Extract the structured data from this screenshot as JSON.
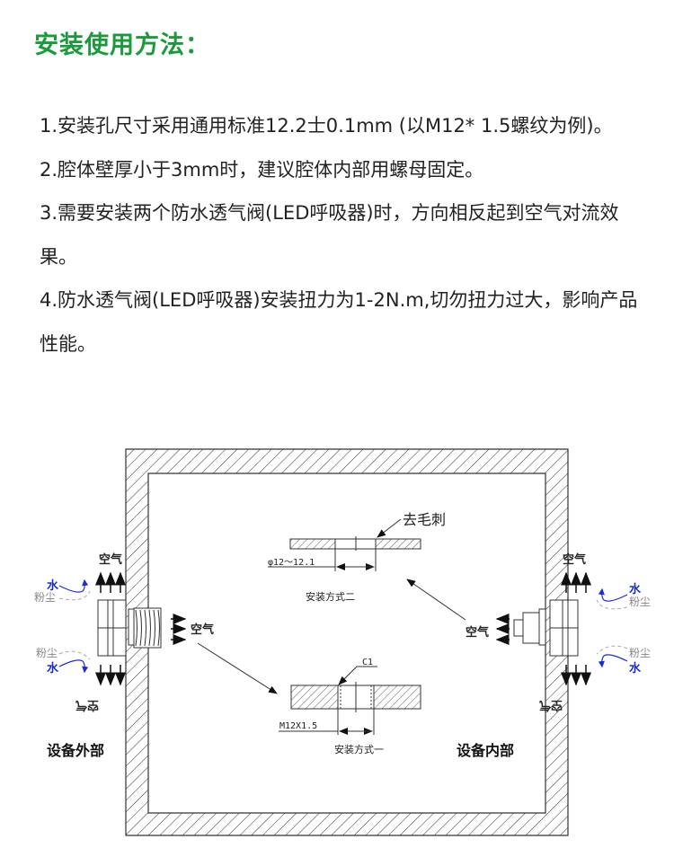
{
  "title": "安装使用方法：",
  "steps": [
    "1.安装孔尺寸采用通用标准12.2士0.1mm (以M12* 1.5螺纹为例)。",
    "2.腔体壁厚小于3mm时，建议腔体内部用螺母固定。",
    "3.需要安装两个防水透气阀(LED呼吸器)时，方向相反起到空气对流效果。",
    "4.防水透气阀(LED呼吸器)安装扭力为1-2N.m,切勿扭力过大，影响产品性能。"
  ],
  "diagram": {
    "air": "空气",
    "water": "水",
    "dust": "粉尘",
    "deburr": "去毛刺",
    "dim_hole": "φ12～12.1",
    "method_two": "安装方式二",
    "chamfer": "C1",
    "dim_thread": "M12X1.5",
    "method_one": "安装方式一",
    "outside": "设备外部",
    "inside": "设备内部"
  },
  "colors": {
    "title": "#1a9a3a",
    "water": "#1a2bd8",
    "dust": "#888888"
  }
}
